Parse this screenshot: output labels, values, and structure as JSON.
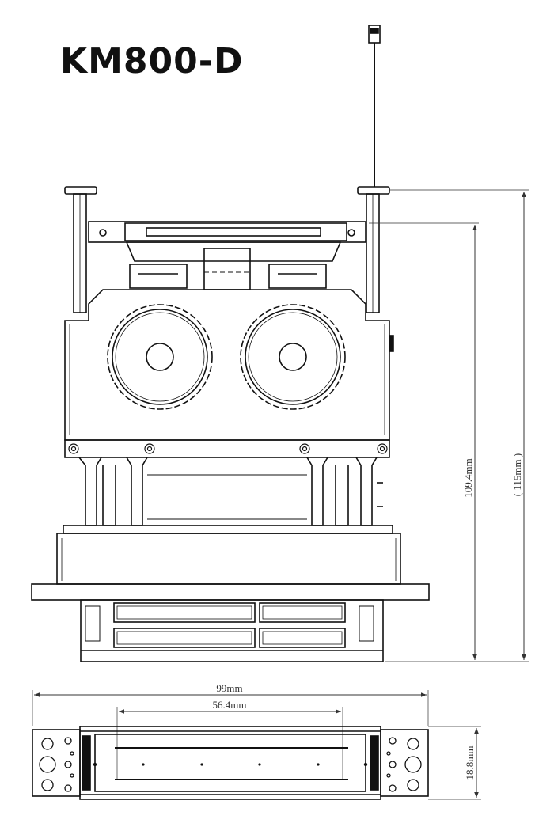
{
  "title": "KM800-D",
  "dimensions": {
    "total_height": "( 115mm )",
    "body_height": "109.4mm",
    "total_width": "99mm",
    "rail_width": "56.4mm",
    "depth": "18.8mm"
  }
}
